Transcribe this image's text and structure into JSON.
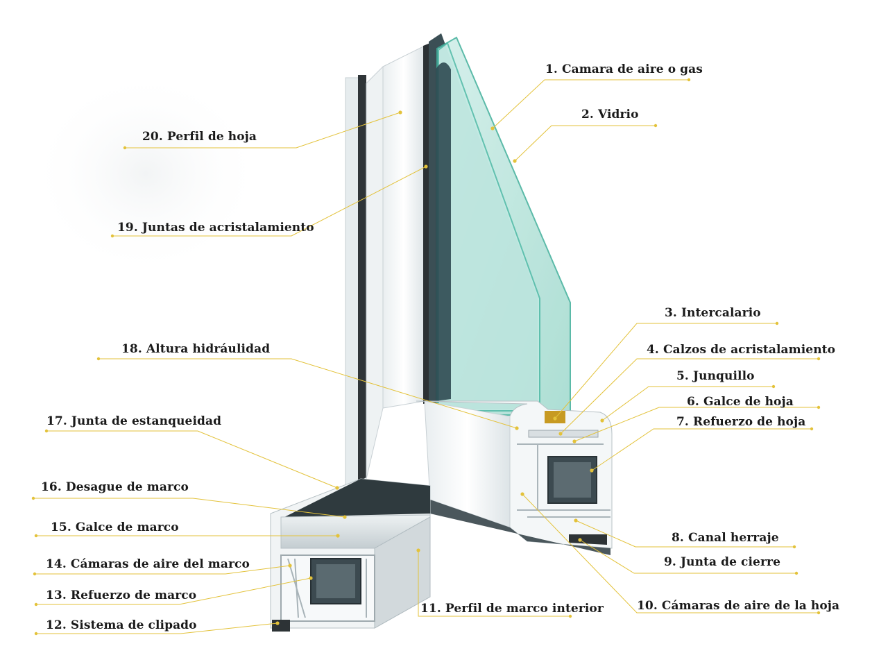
{
  "colors": {
    "leader": "#e3c23a",
    "frame_face": "#f6f8f9",
    "frame_shadow": "#c9d1d4",
    "glass": "#aee3d9",
    "glass_edge": "#3fae9a",
    "gasket": "#2d3336",
    "steel": "#3c4a50",
    "spacer": "#c79a22"
  },
  "labels": [
    {
      "id": "l1",
      "text": "1. Camara de aire o gas"
    },
    {
      "id": "l2",
      "text": "2. Vidrio"
    },
    {
      "id": "l3",
      "text": "3. Intercalario"
    },
    {
      "id": "l4",
      "text": "4. Calzos de acristalamiento"
    },
    {
      "id": "l5",
      "text": "5. Junquillo"
    },
    {
      "id": "l6",
      "text": "6. Galce de hoja"
    },
    {
      "id": "l7",
      "text": "7. Refuerzo de hoja"
    },
    {
      "id": "l8",
      "text": "8. Canal herraje"
    },
    {
      "id": "l9",
      "text": "9. Junta de cierre"
    },
    {
      "id": "l10",
      "text": "10. Cámaras de aire de la hoja"
    },
    {
      "id": "l11",
      "text": "11. Perfil de marco interior"
    },
    {
      "id": "l12",
      "text": "12. Sistema de clipado"
    },
    {
      "id": "l13",
      "text": "13. Refuerzo de marco"
    },
    {
      "id": "l14",
      "text": "14. Cámaras de aire del marco"
    },
    {
      "id": "l15",
      "text": "15. Galce de marco"
    },
    {
      "id": "l16",
      "text": "16. Desague de marco"
    },
    {
      "id": "l17",
      "text": "17. Junta de estanqueidad"
    },
    {
      "id": "l18",
      "text": "18. Altura hidráulidad"
    },
    {
      "id": "l19",
      "text": "19. Juntas de acristalamiento"
    },
    {
      "id": "l20",
      "text": "20. Perfil de hoja"
    }
  ]
}
